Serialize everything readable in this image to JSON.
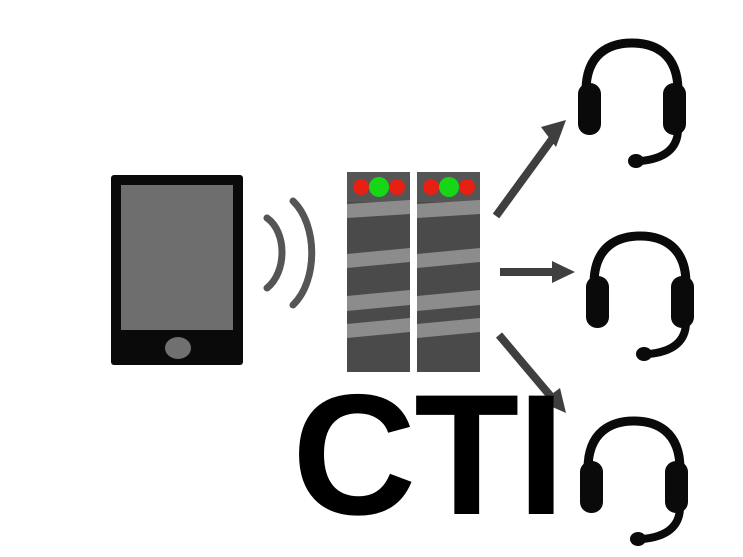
{
  "diagram": {
    "title_text": "CTI",
    "background_color": "#ffffff",
    "phone": {
      "name": "smartphone",
      "body_color": "#0a0a0a",
      "screen_color": "#6e6e6e",
      "home_button_color": "#707070"
    },
    "signal": {
      "name": "wireless-signal-waves",
      "color": "#555555",
      "wave_count": 2
    },
    "servers": [
      {
        "label": "server-rack-left",
        "body_color": "#4a4a4a",
        "stripe_color": "#8c8c8c",
        "leds": [
          {
            "color": "#e81f13",
            "state": "red"
          },
          {
            "color": "#16d616",
            "state": "green"
          },
          {
            "color": "#e81f13",
            "state": "red"
          }
        ]
      },
      {
        "label": "server-rack-right",
        "body_color": "#4a4a4a",
        "stripe_color": "#8c8c8c",
        "leds": [
          {
            "color": "#e81f13",
            "state": "red"
          },
          {
            "color": "#16d616",
            "state": "green"
          },
          {
            "color": "#e81f13",
            "state": "red"
          }
        ]
      }
    ],
    "arrows": [
      {
        "label": "arrow-to-agent-1",
        "direction": "up-right",
        "color": "#3f3f3f"
      },
      {
        "label": "arrow-to-agent-2",
        "direction": "right",
        "color": "#3f3f3f"
      },
      {
        "label": "arrow-to-agent-3",
        "direction": "down-right",
        "color": "#3f3f3f"
      }
    ],
    "headsets": [
      {
        "label": "agent-headset-1",
        "color": "#0a0a0a"
      },
      {
        "label": "agent-headset-2",
        "color": "#0a0a0a"
      },
      {
        "label": "agent-headset-3",
        "color": "#0a0a0a"
      }
    ]
  }
}
